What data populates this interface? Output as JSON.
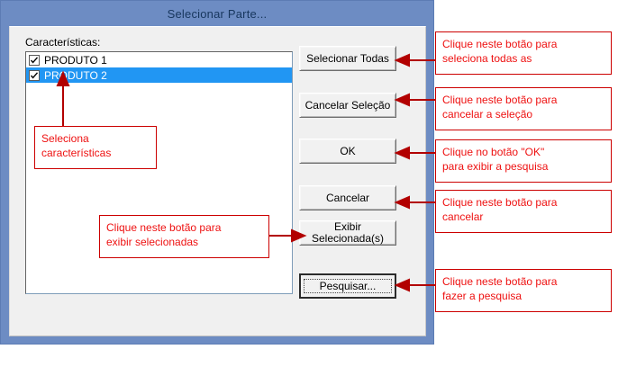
{
  "dialog": {
    "title": "Selecionar Parte...",
    "list_label": "Características:",
    "items": [
      {
        "label": "PRODUTO 1",
        "checked": true,
        "selected": false
      },
      {
        "label": "PRODUTO 2",
        "checked": true,
        "selected": true
      }
    ],
    "buttons": [
      {
        "name": "select-all-button",
        "label": "Selecionar Todas",
        "default": false
      },
      {
        "name": "cancel-selection-button",
        "label": "Cancelar Seleção",
        "default": false
      },
      {
        "name": "ok-button",
        "label": "OK",
        "default": false
      },
      {
        "name": "cancel-button",
        "label": "Cancelar",
        "default": false
      },
      {
        "name": "show-selected-button",
        "label": "Exibir\nSelecionada(s)",
        "default": false
      },
      {
        "name": "search-button",
        "label": "Pesquisar...",
        "default": true
      }
    ],
    "button_labels": {
      "select_all": "Selecionar Todas",
      "cancel_selection": "Cancelar Seleção",
      "ok": "OK",
      "cancel": "Cancelar",
      "show_selected_line1": "Exibir",
      "show_selected_line2": "Selecionada(s)",
      "search": "Pesquisar..."
    }
  },
  "annotations": {
    "select_characteristics": {
      "line1": "Seleciona",
      "line2": "características"
    },
    "show_selected": {
      "line1": "Clique neste botão para",
      "line2": "exibir selecionadas"
    },
    "select_all": {
      "line1": "Clique neste botão para",
      "line2": "seleciona todas as"
    },
    "cancel_selection": {
      "line1": "Clique neste botão para",
      "line2": "cancelar a seleção"
    },
    "ok": {
      "line1": "Clique no botão \"OK\"",
      "line2": "para exibir a pesquisa"
    },
    "cancel": {
      "line1": "Clique neste botão para",
      "line2": "cancelar"
    },
    "search": {
      "line1": "Clique neste botão para",
      "line2": "fazer a pesquisa"
    }
  },
  "colors": {
    "titlebar": "#6d8cc3",
    "selection": "#2196f3",
    "annotation": "#ee1111",
    "annotation_border": "#cc0000",
    "arrow": "#b20000",
    "client": "#f0f0f0"
  },
  "icons": {
    "checkmark": "check-icon",
    "arrow_left": "arrow-left-icon",
    "arrow_right": "arrow-right-icon",
    "arrow_up": "arrow-up-icon"
  }
}
